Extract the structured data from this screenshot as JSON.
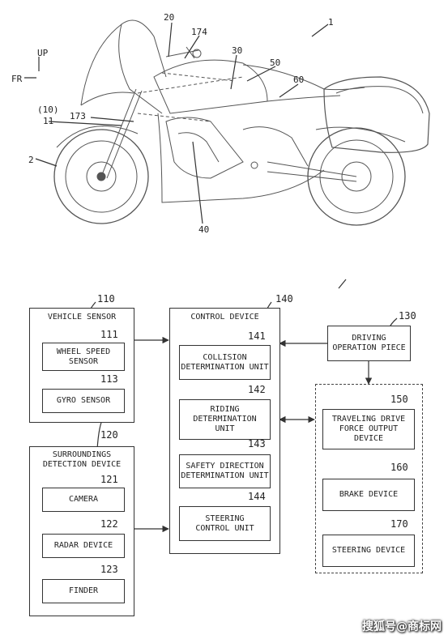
{
  "directions": {
    "up": "UP",
    "fr": "FR"
  },
  "figure_refs": {
    "motorcycle": "1",
    "block": "",
    "r20": "20",
    "r174": "174",
    "r30": "30",
    "r50": "50",
    "r60": "60",
    "r10": "(10)",
    "r11": "11",
    "r173": "173",
    "r2": "2",
    "r40": "40"
  },
  "blocks": {
    "vehicle_sensor": {
      "ref": "110",
      "title": "VEHICLE SENSOR"
    },
    "wheel_speed": {
      "ref": "111",
      "label": "WHEEL SPEED\nSENSOR"
    },
    "gyro": {
      "ref": "113",
      "label": "GYRO SENSOR"
    },
    "surroundings": {
      "ref": "120",
      "title": "SURROUNDINGS\nDETECTION DEVICE"
    },
    "camera": {
      "ref": "121",
      "label": "CAMERA"
    },
    "radar": {
      "ref": "122",
      "label": "RADAR DEVICE"
    },
    "finder": {
      "ref": "123",
      "label": "FINDER"
    },
    "control": {
      "ref": "140",
      "title": "CONTROL DEVICE"
    },
    "collision": {
      "ref": "141",
      "label": "COLLISION\nDETERMINATION UNIT"
    },
    "riding": {
      "ref": "142",
      "label": "RIDING\nDETERMINATION\nUNIT"
    },
    "safety": {
      "ref": "143",
      "label": "SAFETY DIRECTION\nDETERMINATION UNIT"
    },
    "steering_ctrl": {
      "ref": "144",
      "label": "STEERING\nCONTROL UNIT"
    },
    "driving_op": {
      "ref": "130",
      "label": "DRIVING\nOPERATION PIECE"
    },
    "traveling": {
      "ref": "150",
      "label": "TRAVELING DRIVE\nFORCE OUTPUT\nDEVICE"
    },
    "brake": {
      "ref": "160",
      "label": "BRAKE DEVICE"
    },
    "steering_dev": {
      "ref": "170",
      "label": "STEERING DEVICE"
    }
  },
  "watermark": "搜狐号@商标网",
  "colors": {
    "line": "#333333",
    "background": "#ffffff"
  }
}
